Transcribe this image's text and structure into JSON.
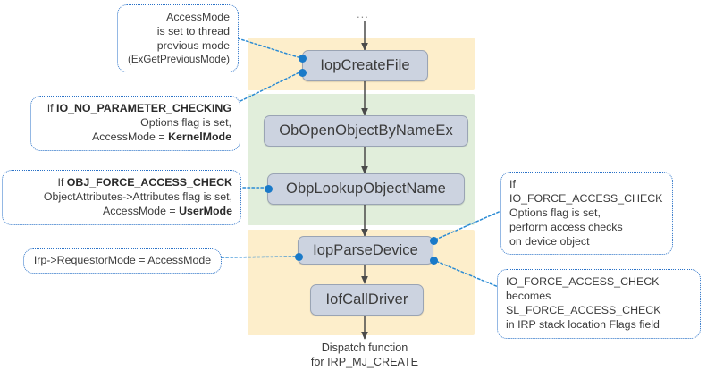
{
  "diagram": {
    "title": "IopCreateFile access-check flow",
    "colors": {
      "band_yellow": "#fdeecb",
      "band_green": "#e1eedb",
      "node_fill": "#ccd3e0",
      "node_border": "#9aa4b4",
      "callout_border": "#2a72c8",
      "anchor_dot": "#1a7ac8",
      "arrow": "#595959",
      "text": "#3b3b3b"
    },
    "entry_label": "...",
    "nodes": [
      {
        "id": "iopcreatefile",
        "label": "IopCreateFile"
      },
      {
        "id": "obopenobjectbynameex",
        "label": "ObOpenObjectByNameEx"
      },
      {
        "id": "obplookupobjectname",
        "label": "ObpLookupObjectName"
      },
      {
        "id": "iopparsedevice",
        "label": "IopParseDevice"
      },
      {
        "id": "iofcalldriver",
        "label": "IofCallDriver"
      }
    ],
    "exit_label": {
      "line1": "Dispatch function",
      "line2": "for IRP_MJ_CREATE"
    },
    "callouts": [
      {
        "id": "accessmode-previous-mode",
        "lines": [
          {
            "text": "AccessMode",
            "bold": false
          },
          {
            "text": "is set to thread",
            "bold": false
          },
          {
            "text": "previous mode",
            "bold": false
          },
          {
            "text": "(ExGetPreviousMode)",
            "bold": false
          }
        ]
      },
      {
        "id": "io-no-parameter-checking",
        "lines": [
          {
            "text": "If IO_NO_PARAMETER_CHECKING",
            "bold": true
          },
          {
            "text": "Options flag is set,",
            "bold": false
          },
          {
            "text": "AccessMode = KernelMode",
            "bold": false,
            "bold_tail": "KernelMode"
          }
        ]
      },
      {
        "id": "obj-force-access-check",
        "lines": [
          {
            "text": "If OBJ_FORCE_ACCESS_CHECK",
            "bold": true
          },
          {
            "text": "ObjectAttributes->Attributes flag is set,",
            "bold": false
          },
          {
            "text": "AccessMode = UserMode",
            "bold": false,
            "bold_tail": "UserMode"
          }
        ]
      },
      {
        "id": "irp-requestormode",
        "lines": [
          {
            "text": "Irp->RequestorMode = AccessMode",
            "bold": false
          }
        ]
      },
      {
        "id": "io-force-access-check",
        "lines": [
          {
            "text": "If IO_FORCE_ACCESS_CHECK",
            "bold": false
          },
          {
            "text": "Options flag is set,",
            "bold": false
          },
          {
            "text": "perform access checks",
            "bold": false
          },
          {
            "text": "on device object",
            "bold": false
          }
        ]
      },
      {
        "id": "sl-force-access-check",
        "lines": [
          {
            "text": "IO_FORCE_ACCESS_CHECK",
            "bold": false
          },
          {
            "text": "becomes",
            "bold": false
          },
          {
            "text": "SL_FORCE_ACCESS_CHECK",
            "bold": false
          },
          {
            "text": "in IRP stack location Flags field",
            "bold": false
          }
        ]
      }
    ],
    "callout_text": {
      "accessmode_l1": "AccessMode",
      "accessmode_l2": "is set to thread",
      "accessmode_l3": "previous mode",
      "accessmode_l4": "(ExGetPreviousMode)",
      "nopc_l1_pre": "If ",
      "nopc_l1_b": "IO_NO_PARAMETER_CHECKING",
      "nopc_l2": "Options flag is set,",
      "nopc_l3_pre": "AccessMode = ",
      "nopc_l3_b": "KernelMode",
      "objfac_l1_pre": "If ",
      "objfac_l1_b": "OBJ_FORCE_ACCESS_CHECK",
      "objfac_l2": "ObjectAttributes->Attributes flag is set,",
      "objfac_l3_pre": "AccessMode = ",
      "objfac_l3_b": "UserMode",
      "irp_l1": "Irp->RequestorMode = AccessMode",
      "iofac_l1": "If IO_FORCE_ACCESS_CHECK",
      "iofac_l2": "Options flag is set,",
      "iofac_l3": "perform access checks",
      "iofac_l4": "on device object",
      "slfac_l1": "IO_FORCE_ACCESS_CHECK",
      "slfac_l2": "becomes",
      "slfac_l3": "SL_FORCE_ACCESS_CHECK",
      "slfac_l4": "in IRP stack location Flags field"
    }
  }
}
